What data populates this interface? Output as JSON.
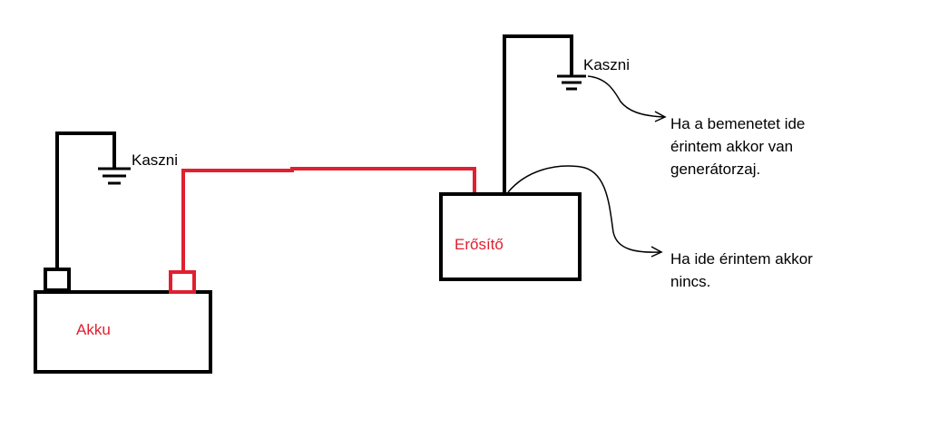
{
  "labels": {
    "ground_left": "Kaszni",
    "ground_right": "Kaszni",
    "battery": "Akku",
    "amplifier": "Erősítő"
  },
  "notes": {
    "upper": [
      "Ha a bemenetet ide",
      "érintem akkor van",
      "generátorzaj."
    ],
    "lower": [
      "Ha ide érintem akkor",
      "nincs."
    ]
  },
  "colors": {
    "wire_black": "#000000",
    "wire_red": "#e02030"
  }
}
